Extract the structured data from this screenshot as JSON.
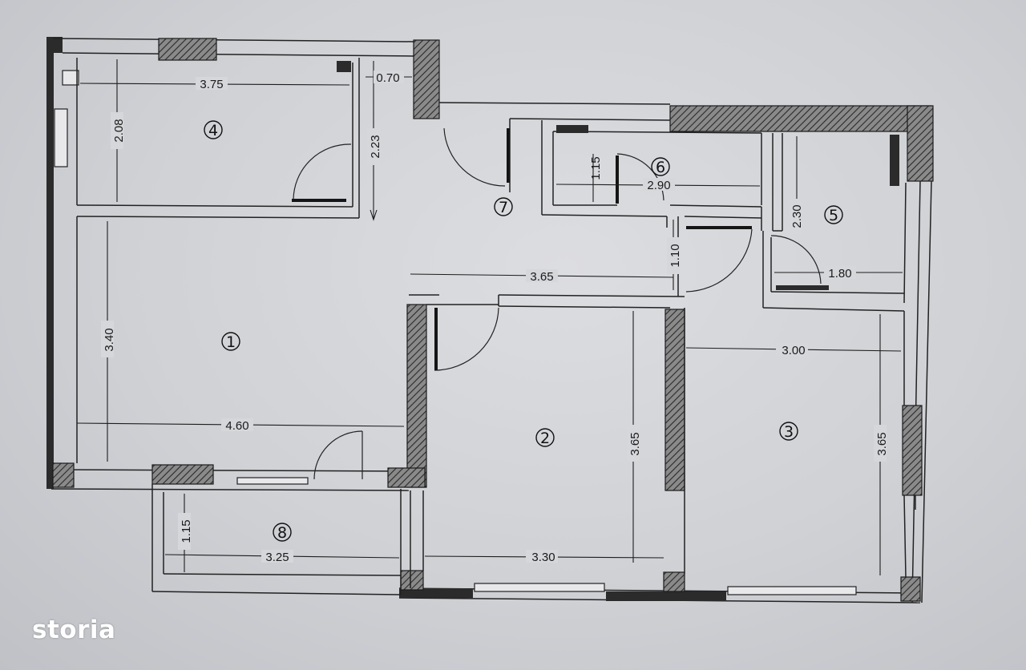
{
  "rooms": [
    {
      "number": "1"
    },
    {
      "number": "2"
    },
    {
      "number": "3"
    },
    {
      "number": "4"
    },
    {
      "number": "5"
    },
    {
      "number": "6"
    },
    {
      "number": "7"
    },
    {
      "number": "8"
    }
  ],
  "dimensions": {
    "room4_width": "3.75",
    "room4_height": "2.08",
    "corridor_top_width": "0.70",
    "corridor_height": "2.23",
    "room6_height": "1.15",
    "room6_width": "2.90",
    "room5_height": "2.30",
    "room5_width": "1.80",
    "hall_width": "3.65",
    "hall_height": "1.10",
    "room1_height": "3.40",
    "room1_width": "4.60",
    "room2_height": "3.65",
    "room2_width": "3.30",
    "room3_width": "3.00",
    "room3_height": "3.65",
    "room8_height": "1.15",
    "room8_width": "3.25"
  },
  "watermark": "storia"
}
